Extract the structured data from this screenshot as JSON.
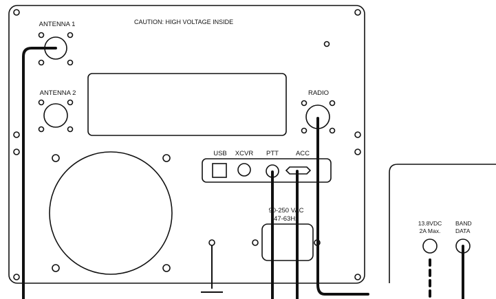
{
  "panel": {
    "caution": "CAUTION: HIGH VOLTAGE INSIDE",
    "antenna1": "ANTENNA 1",
    "antenna2": "ANTENNA 2",
    "radio": "RADIO",
    "ports": {
      "usb": "USB",
      "xcvr": "XCVR",
      "ptt": "PTT",
      "acc": "ACC"
    },
    "ac_input": {
      "line1": "90-250 VAC",
      "line2": "47-63Hz"
    }
  },
  "amp": {
    "dc_label_1": "13.8VDC",
    "dc_label_2": "2A Max.",
    "band_label_1": "BAND",
    "band_label_2": "DATA"
  },
  "colors": {
    "stroke": "#111111",
    "background": "#ffffff"
  }
}
